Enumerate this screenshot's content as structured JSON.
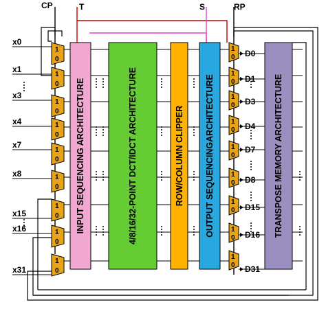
{
  "signals": {
    "cp": "CP",
    "t": "T",
    "s": "S",
    "rp": "RP"
  },
  "inputs": [
    "x0",
    "x1",
    "x3",
    "x4",
    "x7",
    "x8",
    "x15",
    "x16",
    "x31"
  ],
  "outputs": [
    "D0",
    "D1",
    "D3",
    "D4",
    "D7",
    "D8",
    "D15",
    "D16",
    "D31"
  ],
  "mux_labels": {
    "one": "1",
    "zero": "0"
  },
  "blocks": {
    "input_sequencing": "INPUT SEQUENCING ARCHITECTURE",
    "dct": "4/8/16/32-POINT DCT/IDCT ARCHITECTURE",
    "clipper": "ROW/COLUMN CLIPPER",
    "output_sequencing": "OUTPUT SEQUENCINGARCHITECTURE",
    "transpose": "TRANSPOSE MEMORY ARCHITECTURE"
  },
  "colors": {
    "input_sequencing": "#f0a8d0",
    "dct": "#66cc33",
    "clipper": "#ffb300",
    "output_sequencing": "#29a8e0",
    "transpose": "#9b8fbf",
    "mux": "#e8a317",
    "t_signal": "#c00000",
    "s_signal": "#e040d0",
    "wire": "#000000"
  }
}
